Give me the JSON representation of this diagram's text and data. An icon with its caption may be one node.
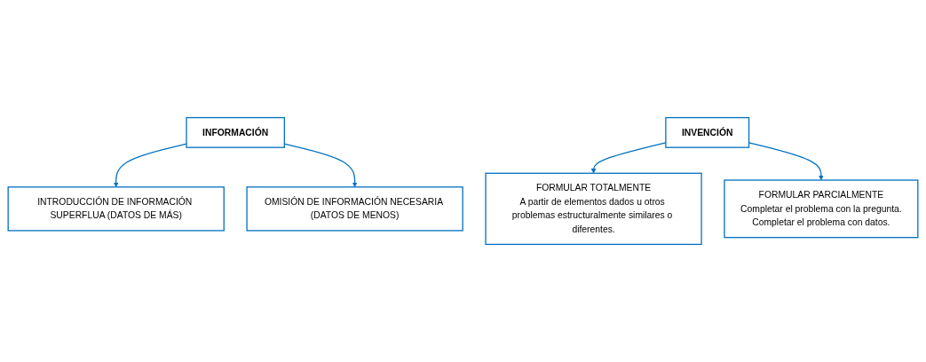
{
  "diagram": {
    "nodes": [
      {
        "text": [
          "INFORMACIÓN"
        ]
      },
      {
        "text": [
          "INTRODUCCIÓN DE INFORMACIÓN SUPERFLUA (DATOS DE MÁS)"
        ]
      },
      {
        "text": [
          "OMISIÓN DE INFORMACIÓN NECESARIA (DATOS DE MENOS)"
        ]
      },
      {
        "text": [
          "INVENCIÓN"
        ]
      },
      {
        "text": [
          "FORMULAR TOTALMENTE",
          "A partir de elementos dados u otros problemas estructuralmente similares o diferentes."
        ]
      },
      {
        "text": [
          "FORMULAR PARCIALMENTE",
          "Completar el problema con la pregunta.",
          "Completar el problema con datos."
        ]
      }
    ],
    "edges": [
      {
        "from": 0,
        "to": 1,
        "arrow": "to"
      },
      {
        "from": 0,
        "to": 2,
        "arrow": "to"
      },
      {
        "from": 3,
        "to": 4,
        "arrow": "to"
      },
      {
        "from": 3,
        "to": 5,
        "arrow": "to"
      }
    ]
  }
}
